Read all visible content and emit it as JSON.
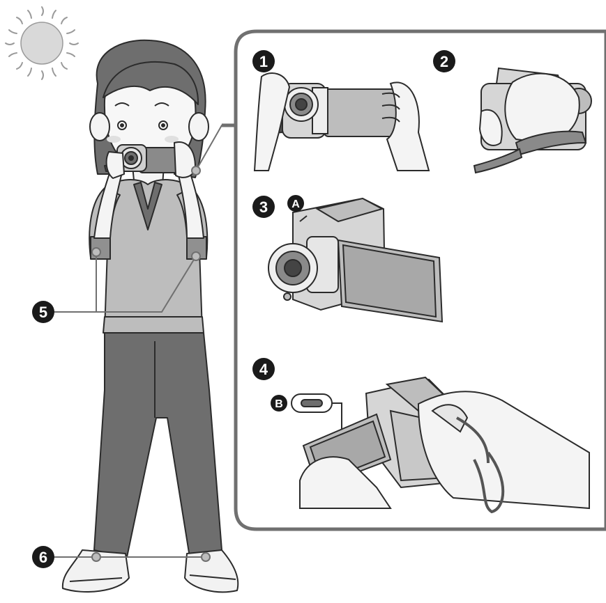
{
  "markers": {
    "step_1": "1",
    "step_2": "2",
    "step_3": "3",
    "step_4": "4",
    "step_5": "5",
    "step_6": "6",
    "label_a": "A",
    "label_b": "B"
  },
  "colors": {
    "outline": "#2b2b2b",
    "light_gray": "#e6e6e6",
    "mid_gray": "#bdbdbd",
    "dark_gray": "#6e6e6e",
    "sun": "#d9d9d9",
    "panel_border": "#707070",
    "marker_fill": "#1a1a1a"
  }
}
